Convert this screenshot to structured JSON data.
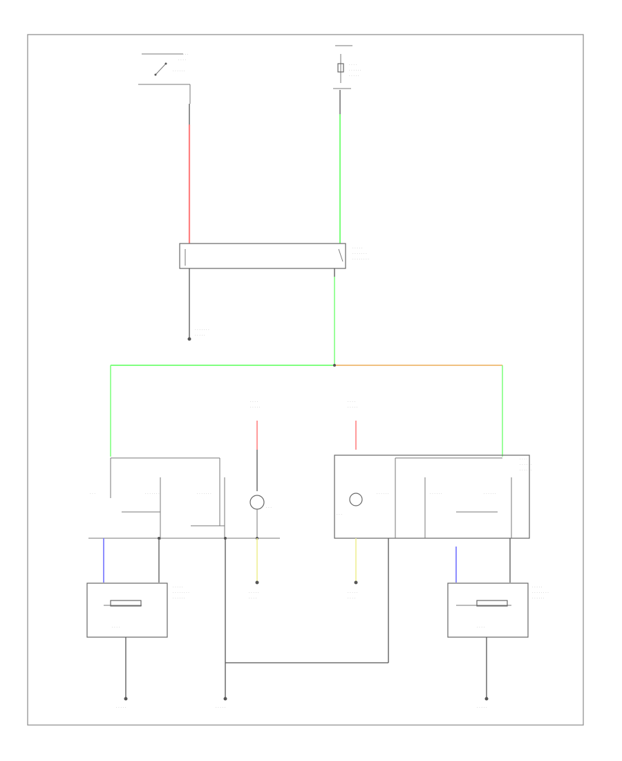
{
  "wire_colors": {
    "power_left": "#ff8080",
    "power_right": "#80ff80",
    "main_left_bus": "#80ff80",
    "main_right_bus": "#f0c080",
    "right_switch_feed": "#80ff80",
    "illum_feed": "#ff8080",
    "illum_ground": "#f0f0a0",
    "heater_signal": "#8080ff"
  },
  "icons": {
    "ignition-switch": "switch-symbol",
    "relay": "relay-symbol",
    "lamp": "lamp-symbol",
    "ground": "ground-symbol"
  },
  "footer": {
    "code": ""
  }
}
